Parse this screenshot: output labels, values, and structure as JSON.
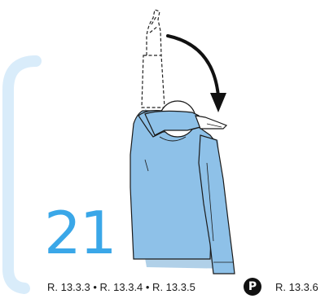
{
  "signal": {
    "number": "21"
  },
  "references": {
    "rules": "R. 13.3.3 • R. 13.3.4 • R. 13.3.5",
    "p_letter": "P",
    "p_rule": "R. 13.3.6"
  },
  "colors": {
    "accent_blue": "#3aa7e8",
    "shirt_blue": "#8ec1e8",
    "frame_blue": "#d9ecfa",
    "ink": "#111111"
  },
  "icons": {
    "motion_arrow": "curved-arrow-down-icon",
    "dashed_arm": "raised-arm-start-position-icon",
    "figure": "referee-figure-icon"
  }
}
